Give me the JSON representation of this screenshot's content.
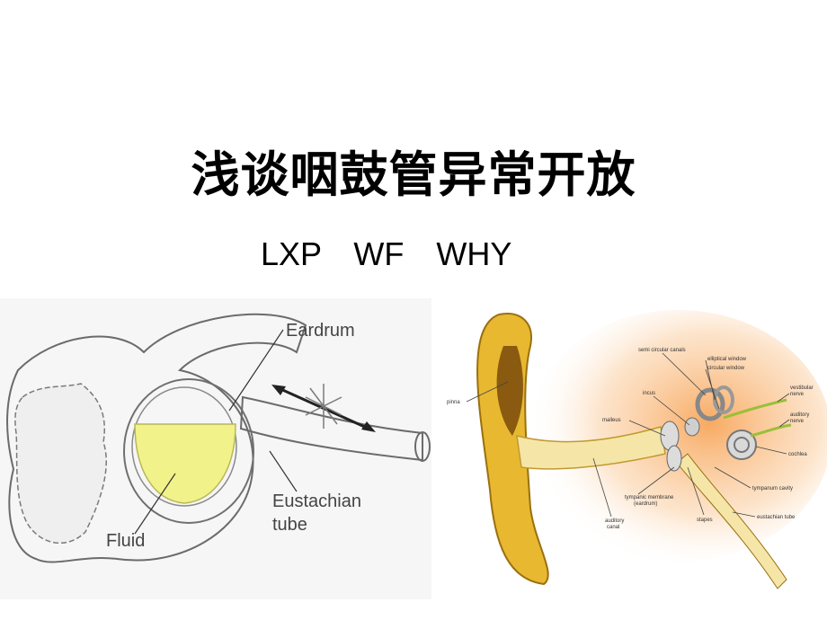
{
  "slide": {
    "title": "浅谈咽鼓管异常开放",
    "subtitle": "LXP  WF  WHY"
  },
  "left_figure": {
    "labels": {
      "eardrum": "Eardrum",
      "eustachian_tube_line1": "Eustachian",
      "eustachian_tube_line2": "tube",
      "fluid": "Fluid"
    }
  },
  "right_figure": {
    "labels": {
      "pinna": "pinna",
      "semi_circular_canals": "semi circular canals",
      "incus": "incus",
      "elliptical_window": "elliptical window",
      "circular_window": "circular window",
      "vestibular_nerve_line1": "vestibular",
      "vestibular_nerve_line2": "nerve",
      "auditory_nerve_line1": "auditory",
      "auditory_nerve_line2": "nerve",
      "malleus": "malleus",
      "cochlea": "cochlea",
      "tympanum_cavity": "tympanum cavity",
      "tympanic_membrane_line1": "tympanic membrane",
      "tympanic_membrane_line2": "(eardrum)",
      "auditory_canal_line1": "auditory",
      "auditory_canal_line2": "canal",
      "stapes": "stapes",
      "eustachian_tube": "eustachian tube"
    }
  },
  "colors": {
    "title": "#000000",
    "fluid": "#f2f28a",
    "ear_outer": "#e8b830",
    "ear_inner": "#8a5a10",
    "canal": "#f5e6a8",
    "glow": "#f7a050"
  }
}
